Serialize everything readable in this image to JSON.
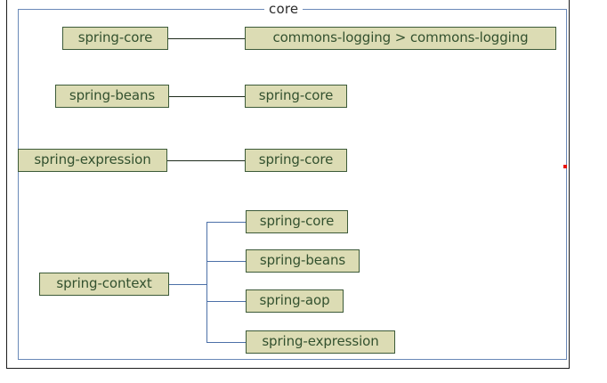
{
  "diagram": {
    "title": "core",
    "colors": {
      "node_fill": "#dcdcb4",
      "node_border": "#3c5a38",
      "node_text": "#33512f",
      "group_border": "#6a89b8",
      "edge_dark": "#1d2a1b",
      "edge_blue": "#4c70a8",
      "frame": "#1c1c1c",
      "marker": "#e8120c"
    },
    "rows": [
      {
        "id": "row-spring-core",
        "source": "spring-core",
        "target": "commons-logging > commons-logging"
      },
      {
        "id": "row-spring-beans",
        "source": "spring-beans",
        "target": "spring-core"
      },
      {
        "id": "row-spring-expression",
        "source": "spring-expression",
        "target": "spring-core"
      }
    ],
    "tree": {
      "id": "tree-spring-context",
      "root": "spring-context",
      "children": [
        "spring-core",
        "spring-beans",
        "spring-aop",
        "spring-expression"
      ]
    }
  }
}
